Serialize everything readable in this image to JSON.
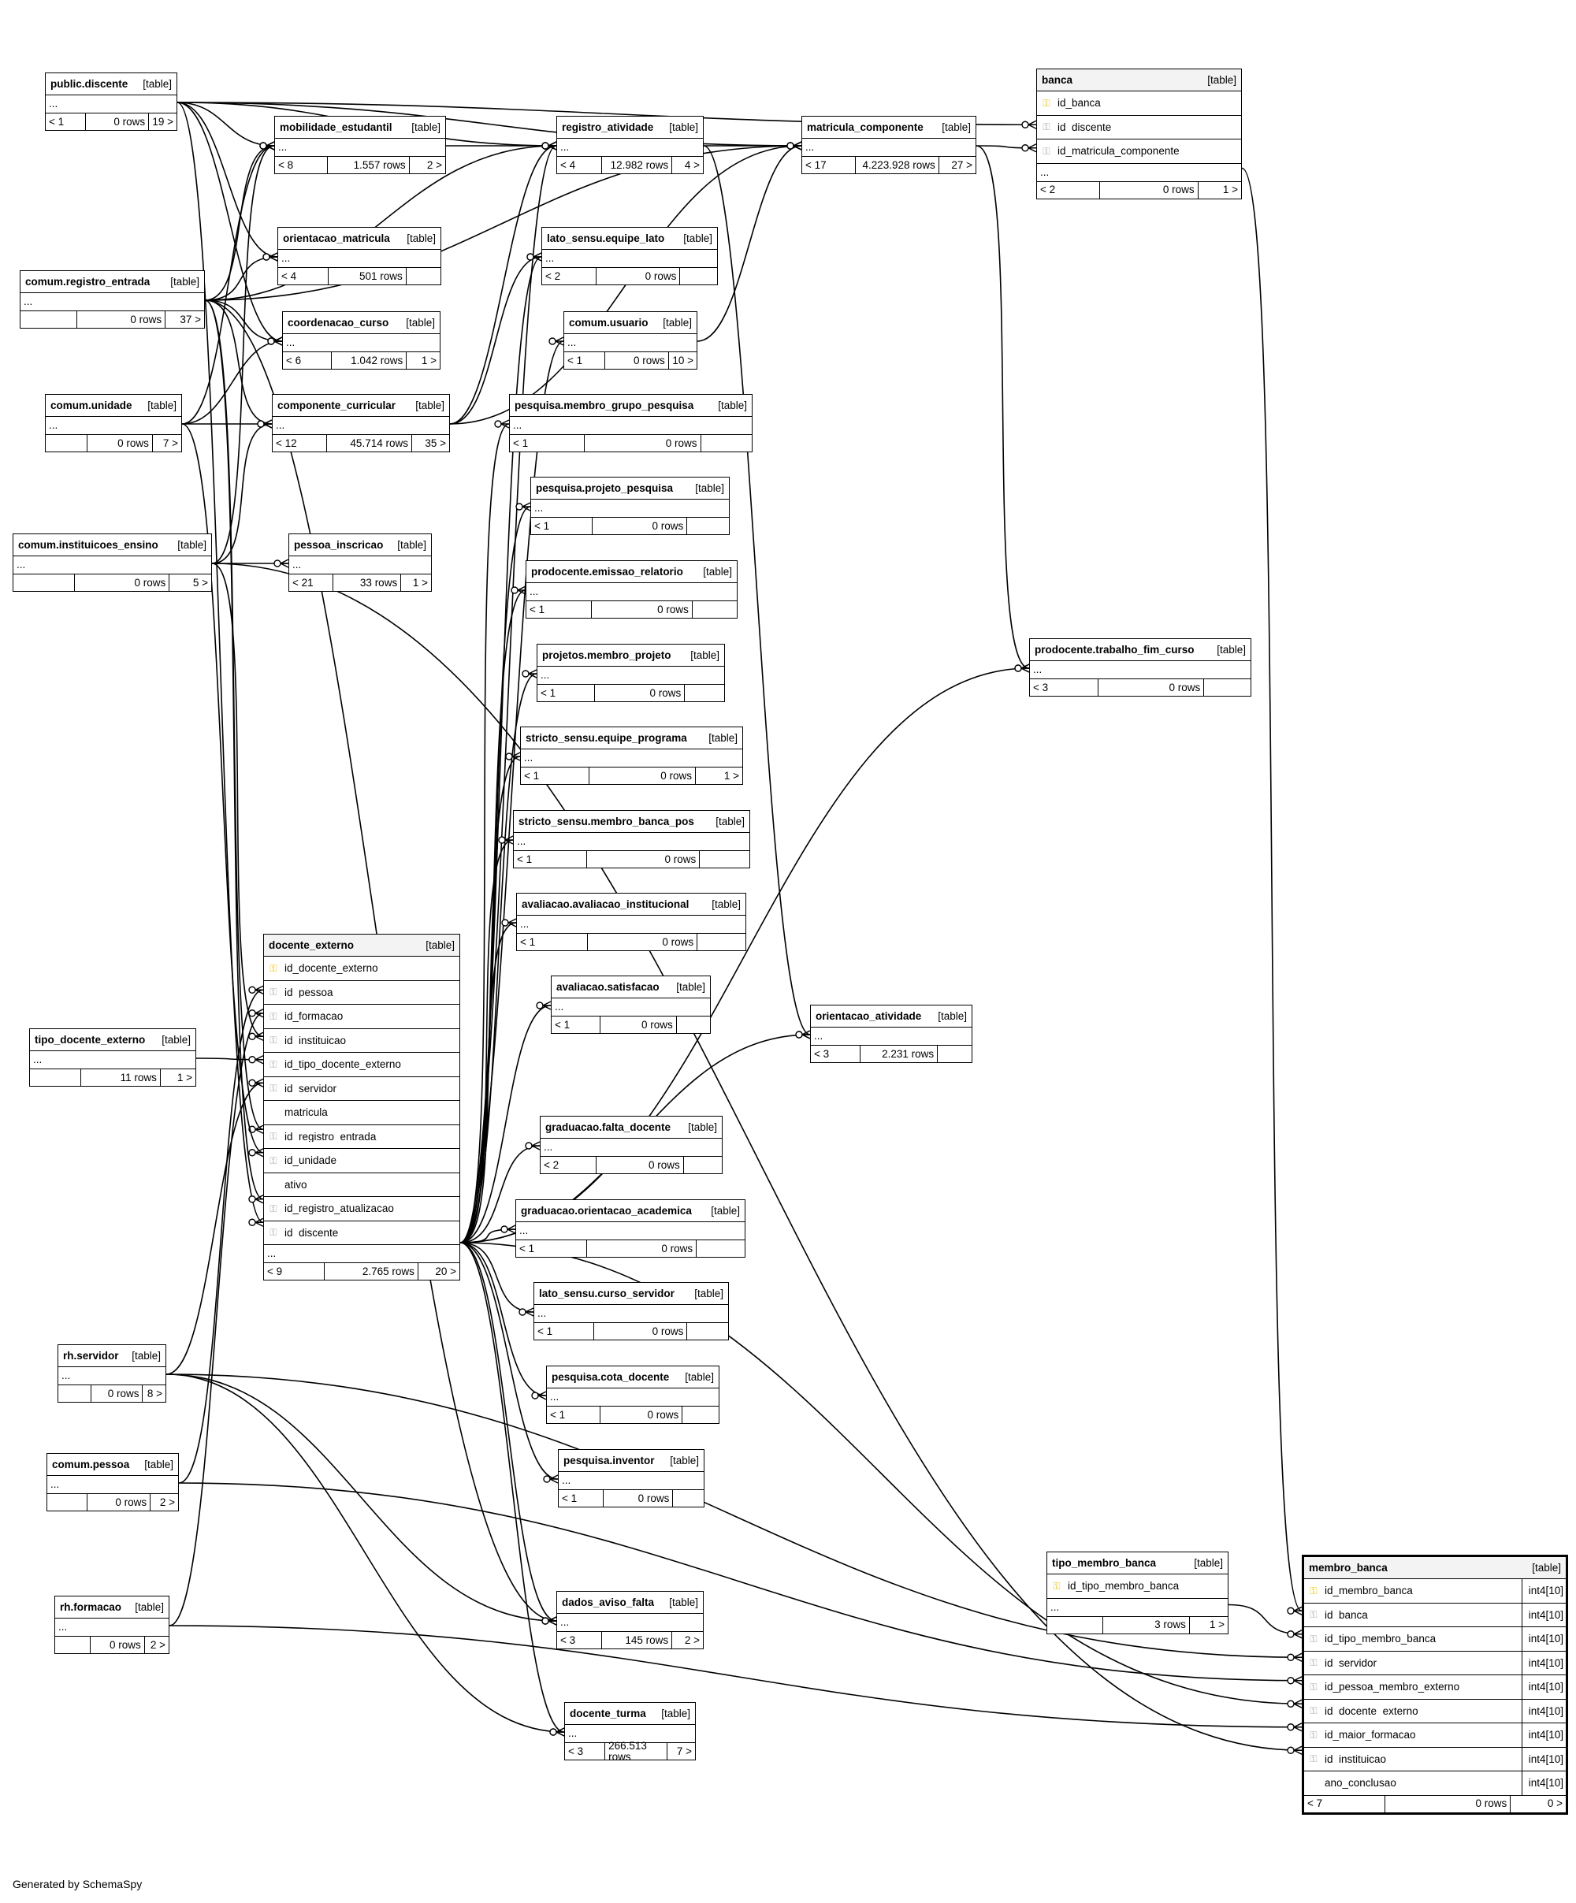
{
  "generated_by": "Generated by SchemaSpy",
  "table_tag": "[table]",
  "tables": {
    "public_discente": {
      "name": "public.discente",
      "ellipsis": "...",
      "parents": "< 1",
      "rows": "0 rows",
      "children": "19 >"
    },
    "mobilidade_estudantil": {
      "name": "mobilidade_estudantil",
      "ellipsis": "...",
      "parents": "< 8",
      "rows": "1.557 rows",
      "children": "2 >"
    },
    "registro_atividade": {
      "name": "registro_atividade",
      "ellipsis": "...",
      "parents": "< 4",
      "rows": "12.982 rows",
      "children": "4 >"
    },
    "matricula_componente": {
      "name": "matricula_componente",
      "ellipsis": "...",
      "parents": "< 17",
      "rows": "4.223.928 rows",
      "children": "27 >"
    },
    "banca": {
      "name": "banca",
      "columns": [
        "id_banca",
        "id_discente",
        "id_matricula_componente"
      ],
      "ellipsis": "...",
      "parents": "< 2",
      "rows": "0 rows",
      "children": "1 >"
    },
    "orientacao_matricula": {
      "name": "orientacao_matricula",
      "ellipsis": "...",
      "parents": "< 4",
      "rows": "501 rows",
      "children": ""
    },
    "lato_sensu_equipe_lato": {
      "name": "lato_sensu.equipe_lato",
      "ellipsis": "...",
      "parents": "< 2",
      "rows": "0 rows",
      "children": ""
    },
    "comum_registro_entrada": {
      "name": "comum.registro_entrada",
      "ellipsis": "...",
      "parents": "",
      "rows": "0 rows",
      "children": "37 >"
    },
    "coordenacao_curso": {
      "name": "coordenacao_curso",
      "ellipsis": "...",
      "parents": "< 6",
      "rows": "1.042 rows",
      "children": "1 >"
    },
    "comum_usuario": {
      "name": "comum.usuario",
      "ellipsis": "...",
      "parents": "< 1",
      "rows": "0 rows",
      "children": "10 >"
    },
    "comum_unidade": {
      "name": "comum.unidade",
      "ellipsis": "...",
      "parents": "",
      "rows": "0 rows",
      "children": "7 >"
    },
    "componente_curricular": {
      "name": "componente_curricular",
      "ellipsis": "...",
      "parents": "< 12",
      "rows": "45.714 rows",
      "children": "35 >"
    },
    "pesquisa_membro_grupo_pesquisa": {
      "name": "pesquisa.membro_grupo_pesquisa",
      "ellipsis": "...",
      "parents": "< 1",
      "rows": "0 rows",
      "children": ""
    },
    "pesquisa_projeto_pesquisa": {
      "name": "pesquisa.projeto_pesquisa",
      "ellipsis": "...",
      "parents": "< 1",
      "rows": "0 rows",
      "children": ""
    },
    "comum_instituicoes_ensino": {
      "name": "comum.instituicoes_ensino",
      "ellipsis": "...",
      "parents": "",
      "rows": "0 rows",
      "children": "5 >"
    },
    "pessoa_inscricao": {
      "name": "pessoa_inscricao",
      "ellipsis": "...",
      "parents": "< 21",
      "rows": "33 rows",
      "children": "1 >"
    },
    "prodocente_emissao_relatorio": {
      "name": "prodocente.emissao_relatorio",
      "ellipsis": "...",
      "parents": "< 1",
      "rows": "0 rows",
      "children": ""
    },
    "prodocente_trabalho_fim_curso": {
      "name": "prodocente.trabalho_fim_curso",
      "ellipsis": "...",
      "parents": "< 3",
      "rows": "0 rows",
      "children": ""
    },
    "projetos_membro_projeto": {
      "name": "projetos.membro_projeto",
      "ellipsis": "...",
      "parents": "< 1",
      "rows": "0 rows",
      "children": ""
    },
    "stricto_sensu_equipe_programa": {
      "name": "stricto_sensu.equipe_programa",
      "ellipsis": "...",
      "parents": "< 1",
      "rows": "0 rows",
      "children": "1 >"
    },
    "stricto_sensu_membro_banca_pos": {
      "name": "stricto_sensu.membro_banca_pos",
      "ellipsis": "...",
      "parents": "< 1",
      "rows": "0 rows",
      "children": ""
    },
    "avaliacao_avaliacao_institucional": {
      "name": "avaliacao.avaliacao_institucional",
      "ellipsis": "...",
      "parents": "< 1",
      "rows": "0 rows",
      "children": ""
    },
    "docente_externo": {
      "name": "docente_externo",
      "columns": [
        "id_docente_externo",
        "id_pessoa",
        "id_formacao",
        "id_instituicao",
        "id_tipo_docente_externo",
        "id_servidor",
        "matricula",
        "id_registro_entrada",
        "id_unidade",
        "ativo",
        "id_registro_atualizacao",
        "id_discente"
      ],
      "ellipsis": "...",
      "parents": "< 9",
      "rows": "2.765 rows",
      "children": "20 >"
    },
    "avaliacao_satisfacao": {
      "name": "avaliacao.satisfacao",
      "ellipsis": "...",
      "parents": "< 1",
      "rows": "0 rows",
      "children": ""
    },
    "orientacao_atividade": {
      "name": "orientacao_atividade",
      "ellipsis": "...",
      "parents": "< 3",
      "rows": "2.231 rows",
      "children": ""
    },
    "tipo_docente_externo": {
      "name": "tipo_docente_externo",
      "ellipsis": "...",
      "parents": "",
      "rows": "11 rows",
      "children": "1 >"
    },
    "graduacao_falta_docente": {
      "name": "graduacao.falta_docente",
      "ellipsis": "...",
      "parents": "< 2",
      "rows": "0 rows",
      "children": ""
    },
    "graduacao_orientacao_academica": {
      "name": "graduacao.orientacao_academica",
      "ellipsis": "...",
      "parents": "< 1",
      "rows": "0 rows",
      "children": ""
    },
    "lato_sensu_curso_servidor": {
      "name": "lato_sensu.curso_servidor",
      "ellipsis": "...",
      "parents": "< 1",
      "rows": "0 rows",
      "children": ""
    },
    "rh_servidor": {
      "name": "rh.servidor",
      "ellipsis": "...",
      "parents": "",
      "rows": "0 rows",
      "children": "8 >"
    },
    "pesquisa_cota_docente": {
      "name": "pesquisa.cota_docente",
      "ellipsis": "...",
      "parents": "< 1",
      "rows": "0 rows",
      "children": ""
    },
    "comum_pessoa": {
      "name": "comum.pessoa",
      "ellipsis": "...",
      "parents": "",
      "rows": "0 rows",
      "children": "2 >"
    },
    "pesquisa_inventor": {
      "name": "pesquisa.inventor",
      "ellipsis": "...",
      "parents": "< 1",
      "rows": "0 rows",
      "children": ""
    },
    "tipo_membro_banca": {
      "name": "tipo_membro_banca",
      "columns": [
        "id_tipo_membro_banca"
      ],
      "ellipsis": "...",
      "parents": "",
      "rows": "3 rows",
      "children": "1 >"
    },
    "membro_banca": {
      "name": "membro_banca",
      "columns": [
        "id_membro_banca",
        "id_banca",
        "id_tipo_membro_banca",
        "id_servidor",
        "id_pessoa_membro_externo",
        "id_docente_externo",
        "id_maior_formacao",
        "id_instituicao",
        "ano_conclusao"
      ],
      "column_type": "int4[10]",
      "ellipsis": "",
      "parents": "< 7",
      "rows": "0 rows",
      "children": "0 >"
    },
    "rh_formacao": {
      "name": "rh.formacao",
      "ellipsis": "...",
      "parents": "",
      "rows": "0 rows",
      "children": "2 >"
    },
    "dados_aviso_falta": {
      "name": "dados_aviso_falta",
      "ellipsis": "...",
      "parents": "< 3",
      "rows": "145 rows",
      "children": "2 >"
    },
    "docente_turma": {
      "name": "docente_turma",
      "ellipsis": "...",
      "parents": "< 3",
      "rows": "266.513 rows",
      "children": "7 >"
    }
  },
  "key_icons": {
    "primary": "key-gold-icon",
    "foreign": "key-gray-icon"
  },
  "colors": {
    "line": "#000000",
    "header_highlight": "#f3f3f3",
    "pk_key": "#e8c000",
    "fk_key": "#aaaaaa"
  }
}
